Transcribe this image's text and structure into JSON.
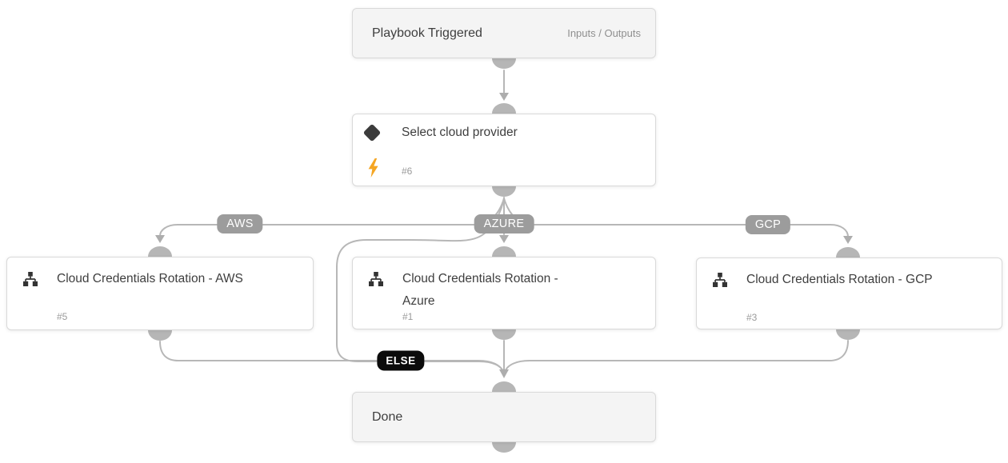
{
  "nodes": {
    "trigger": {
      "title": "Playbook Triggered",
      "panel_link": "Inputs / Outputs"
    },
    "condition": {
      "title": "Select cloud provider",
      "task_number": "#6"
    },
    "aws": {
      "title": "Cloud Credentials Rotation - AWS",
      "task_number": "#5"
    },
    "azure": {
      "title": "Cloud Credentials Rotation - Azure",
      "task_number": "#1"
    },
    "gcp": {
      "title": "Cloud Credentials Rotation - GCP",
      "task_number": "#3"
    },
    "done": {
      "title": "Done"
    }
  },
  "branch_labels": {
    "aws": "AWS",
    "azure": "AZURE",
    "gcp": "GCP",
    "else": "ELSE"
  },
  "icons": {
    "condition": "diamond-icon",
    "automation": "lightning-bolt-icon",
    "subplaybook": "sitemap-icon"
  },
  "colors": {
    "edge": "#b7b7b7",
    "connector_dome": "#b6b6b6",
    "branch_badge_bg": "#9c9c9c",
    "else_badge_bg": "#0b0b0b",
    "badge_text": "#ffffff",
    "terminal_node_bg": "#f4f4f4",
    "task_node_bg": "#ffffff",
    "node_border": "#d9d9d9",
    "title_text": "#3e3e3e",
    "meta_text": "#9a9a9a",
    "bolt_accent": "#f5a623",
    "dark_icon": "#3b3b3b"
  }
}
